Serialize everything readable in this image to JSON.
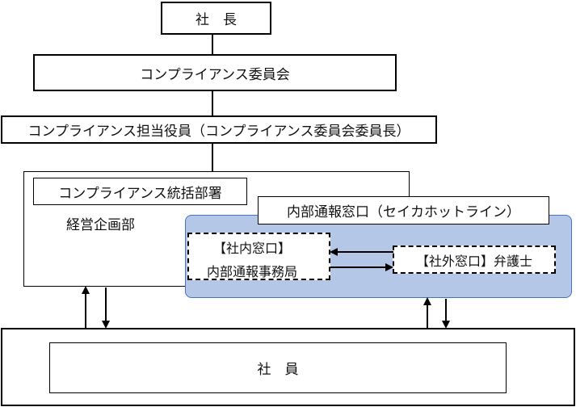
{
  "nodes": {
    "president": "社　長",
    "committee": "コンプライアンス委員会",
    "officer": "コンプライアンス担当役員（コンプライアンス委員会委員長）",
    "supervision_title": "コンプライアンス統括部署",
    "supervision_dept": "経営企画部",
    "hotline_title": "内部通報窓口（セイカホットライン）",
    "internal_desk_line1": "【社内窓口】",
    "internal_desk_line2": "内部通報事務局",
    "external_desk": "【社外窓口】弁護士",
    "employees": "社　員"
  },
  "colors": {
    "hotline_fill": "#b4c7e7",
    "hotline_border": "#4472c4",
    "line": "#000000"
  }
}
